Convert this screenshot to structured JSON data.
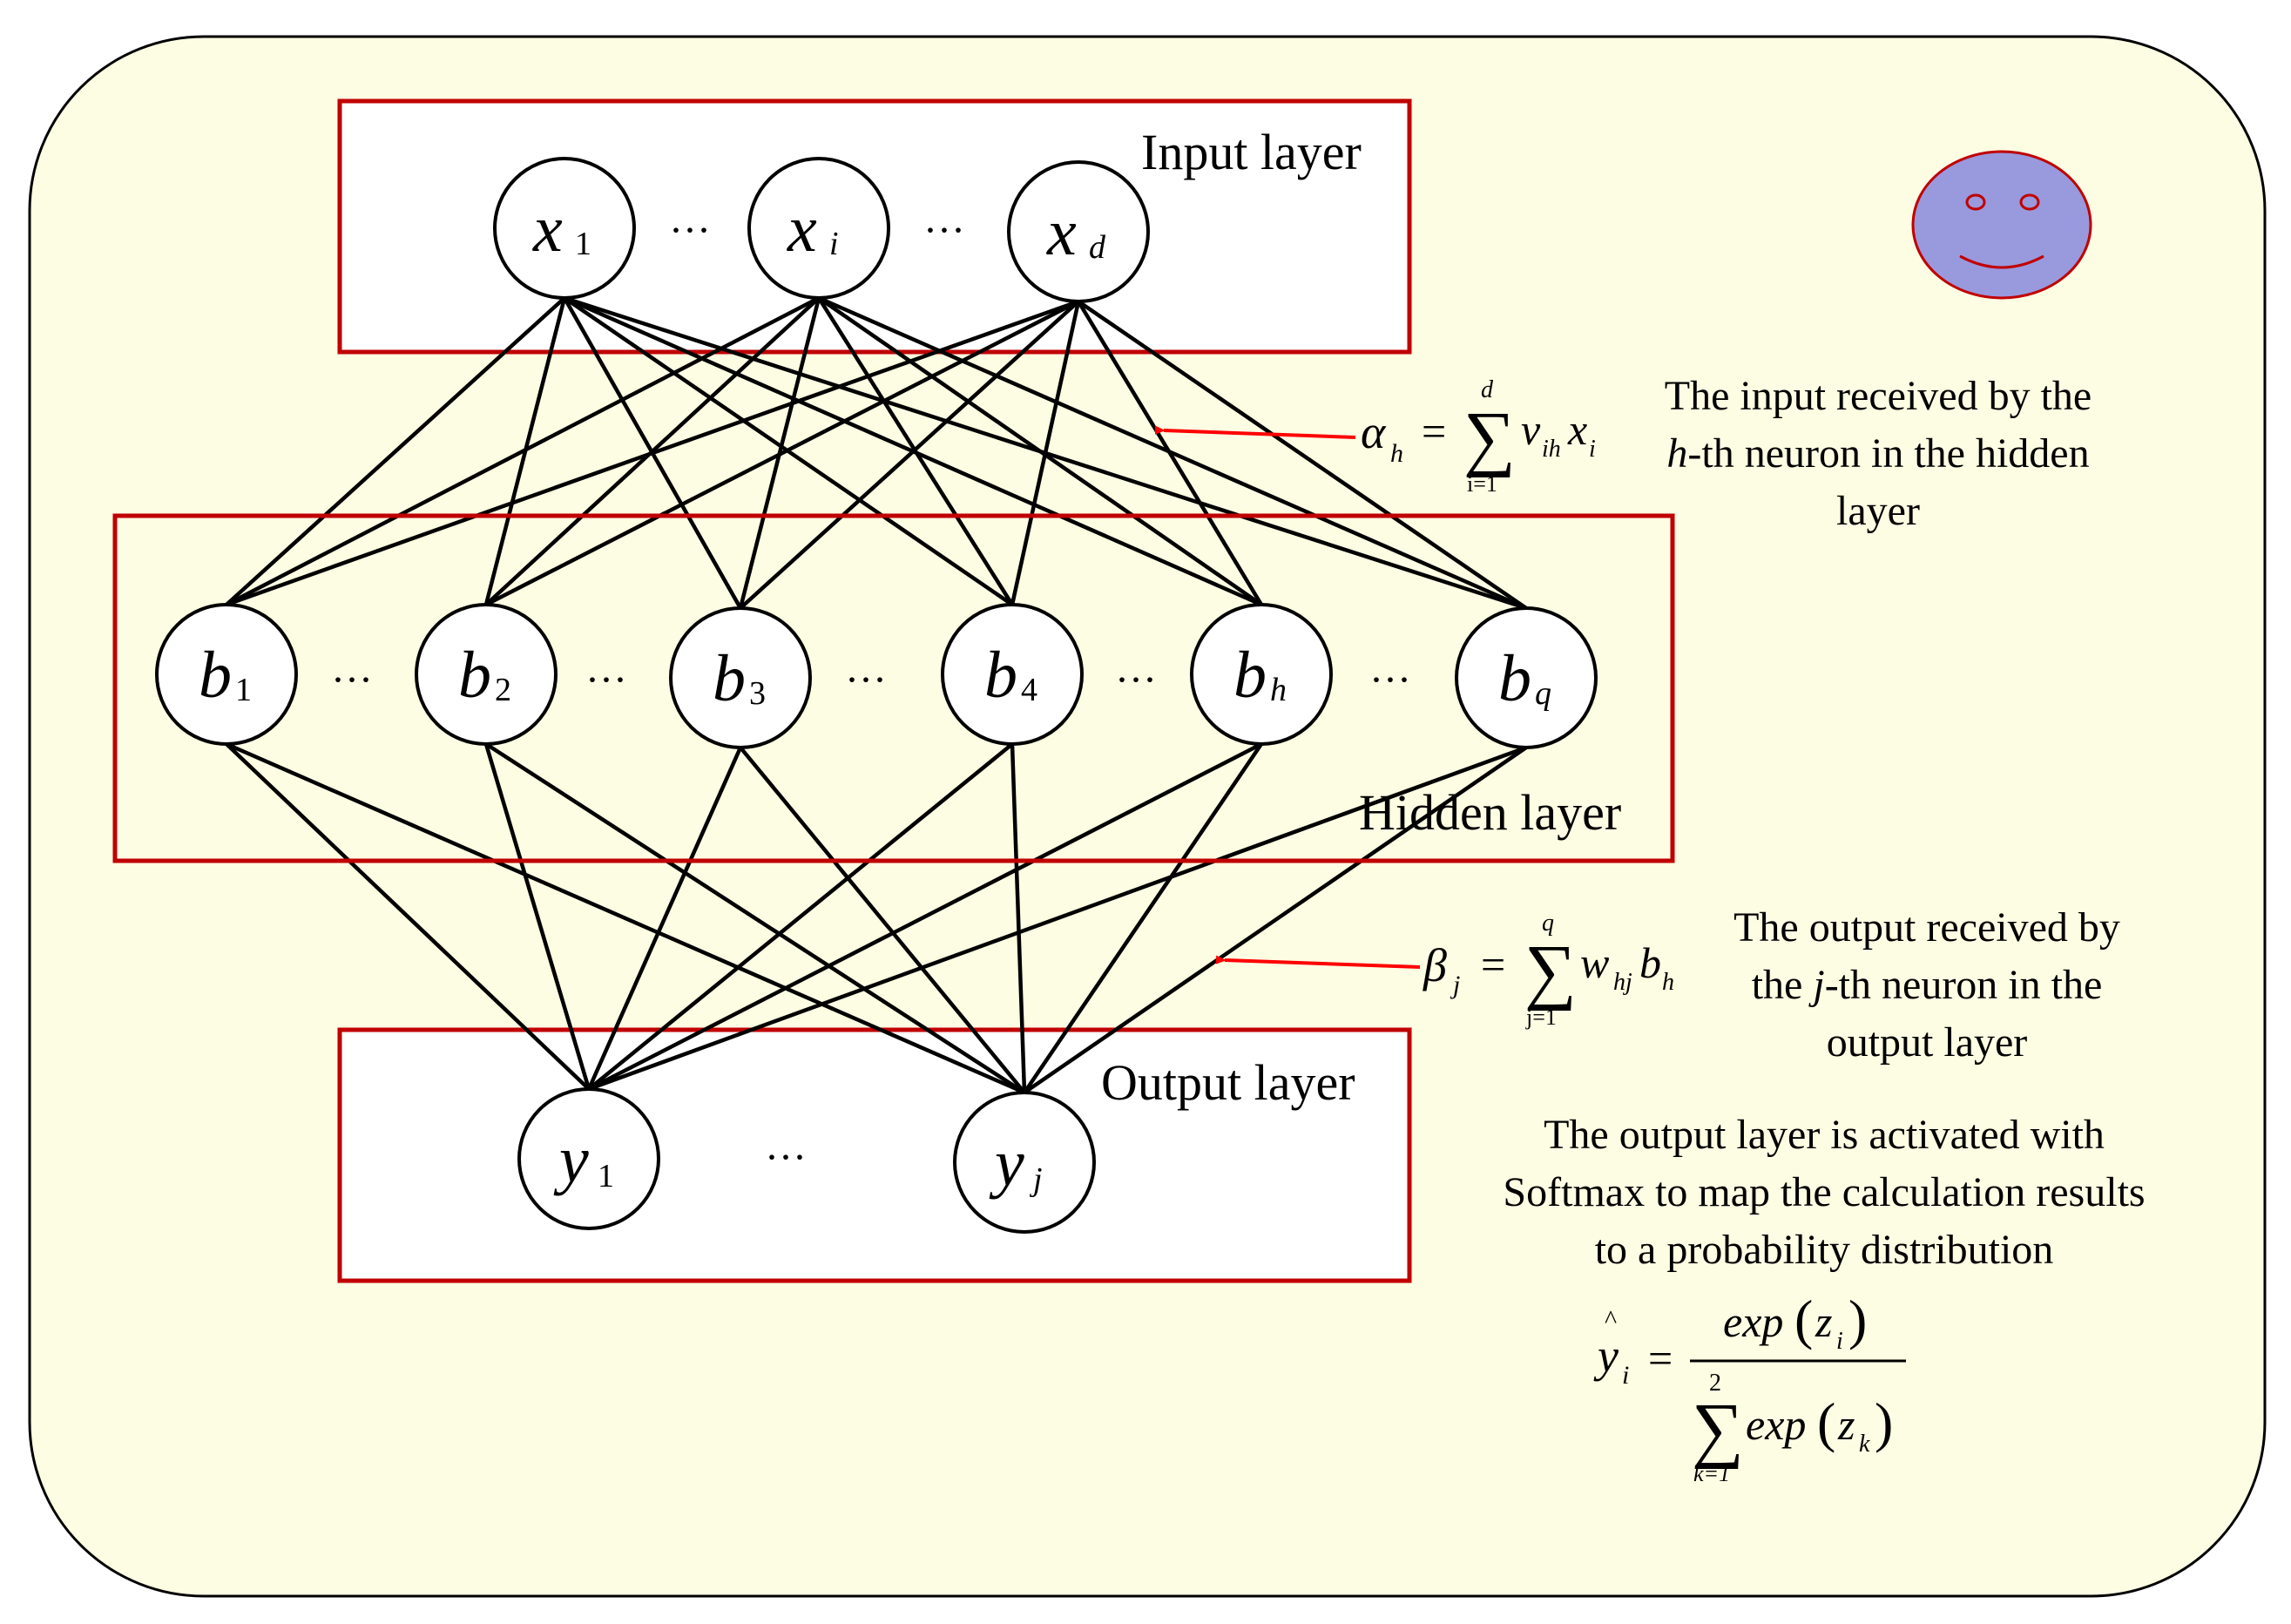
{
  "layers": {
    "input": {
      "label": "Input layer"
    },
    "hidden": {
      "label": "Hidden layer"
    },
    "output": {
      "label": "Output layer"
    }
  },
  "nodes": {
    "input": [
      {
        "base": "x",
        "sub": "1"
      },
      {
        "base": "x",
        "sub": "i"
      },
      {
        "base": "x",
        "sub": "d"
      }
    ],
    "hidden": [
      {
        "base": "b",
        "sub": "1"
      },
      {
        "base": "b",
        "sub": "2"
      },
      {
        "base": "b",
        "sub": "3"
      },
      {
        "base": "b",
        "sub": "4"
      },
      {
        "base": "b",
        "sub": "h"
      },
      {
        "base": "b",
        "sub": "q"
      }
    ],
    "output": [
      {
        "base": "y",
        "sub": "1"
      },
      {
        "base": "y",
        "sub": "j"
      }
    ]
  },
  "ellipsis": "···",
  "equations": {
    "alpha": {
      "lhs": "α",
      "lhs_sub": "h",
      "eq": "=",
      "sum_top": "d",
      "sum_bottom": "i=1",
      "term1": "v",
      "term1_sub": "ih",
      "term2": "x",
      "term2_sub": "i"
    },
    "beta": {
      "lhs": "β",
      "lhs_sub": "j",
      "eq": "=",
      "sum_top": "q",
      "sum_bottom": "j=1",
      "term1": "w",
      "term1_sub": "hj",
      "term2": "b",
      "term2_sub": "h"
    },
    "softmax": {
      "lhs": "y",
      "hat": "^",
      "lhs_sub": "i",
      "eq": "=",
      "num": "exp",
      "num_var": "z",
      "num_sub": "i",
      "sum_top": "2",
      "sum_bottom": "k=1",
      "den": "exp",
      "den_var": "z",
      "den_sub": "k"
    }
  },
  "descriptions": {
    "alpha": [
      "The input received by the",
      "-th neuron in the hidden",
      "layer"
    ],
    "alpha_var": "h",
    "beta": [
      "The output received by",
      "the ",
      "-th neuron in the",
      "output layer"
    ],
    "beta_var": "j",
    "softmax": [
      "The output layer is activated with",
      "Softmax to map the calculation results",
      "to a probability distribution"
    ]
  },
  "colors": {
    "background": "#fdfde3",
    "box_stroke": "#c00000",
    "arrow": "#ff0000",
    "smiley_fill": "#9999dd",
    "smiley_stroke": "#c00000"
  }
}
